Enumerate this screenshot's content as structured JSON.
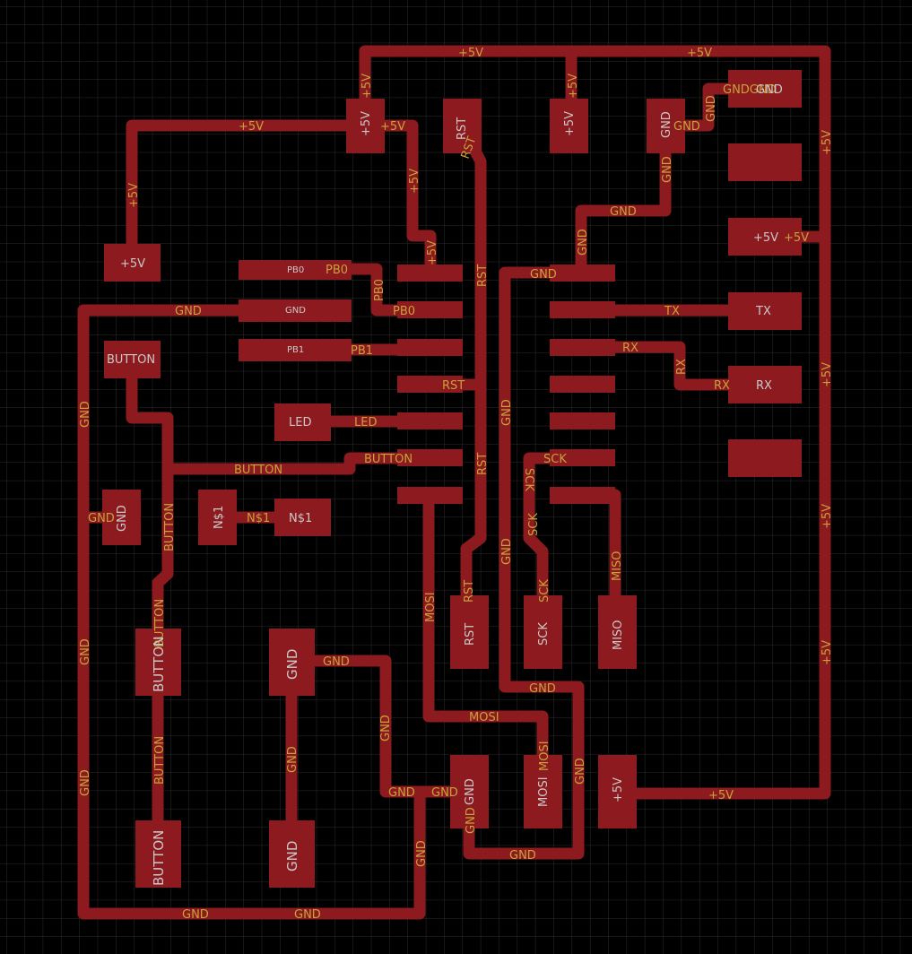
{
  "board": {
    "net_labels": {
      "v5": "+5V",
      "gnd": "GND",
      "gndgnd": "GNDGND",
      "rst": "RST",
      "pb0": "PB0",
      "pb1": "PB1",
      "led": "LED",
      "button": "BUTTON",
      "ns1": "N$1",
      "sck": "SCK",
      "miso": "MISO",
      "mosi": "MOSI",
      "tx": "TX",
      "rx": "RX"
    },
    "pad_labels": {
      "v5": "+5V",
      "gnd": "GND",
      "rst": "RST",
      "pb0": "PB0",
      "pb1": "PB1",
      "gnd_small": "GND",
      "led": "LED",
      "button": "BUTTON",
      "ns1": "N$1",
      "sck": "SCK",
      "miso": "MISO",
      "mosi": "MOSI",
      "tx": "TX",
      "rx": "RX"
    },
    "colors": {
      "background": "#000000",
      "grid": "#2b2b2b",
      "copper": "#8c1a1e",
      "net_label": "#c8a23a",
      "pad_label": "#c9c9c9"
    }
  }
}
